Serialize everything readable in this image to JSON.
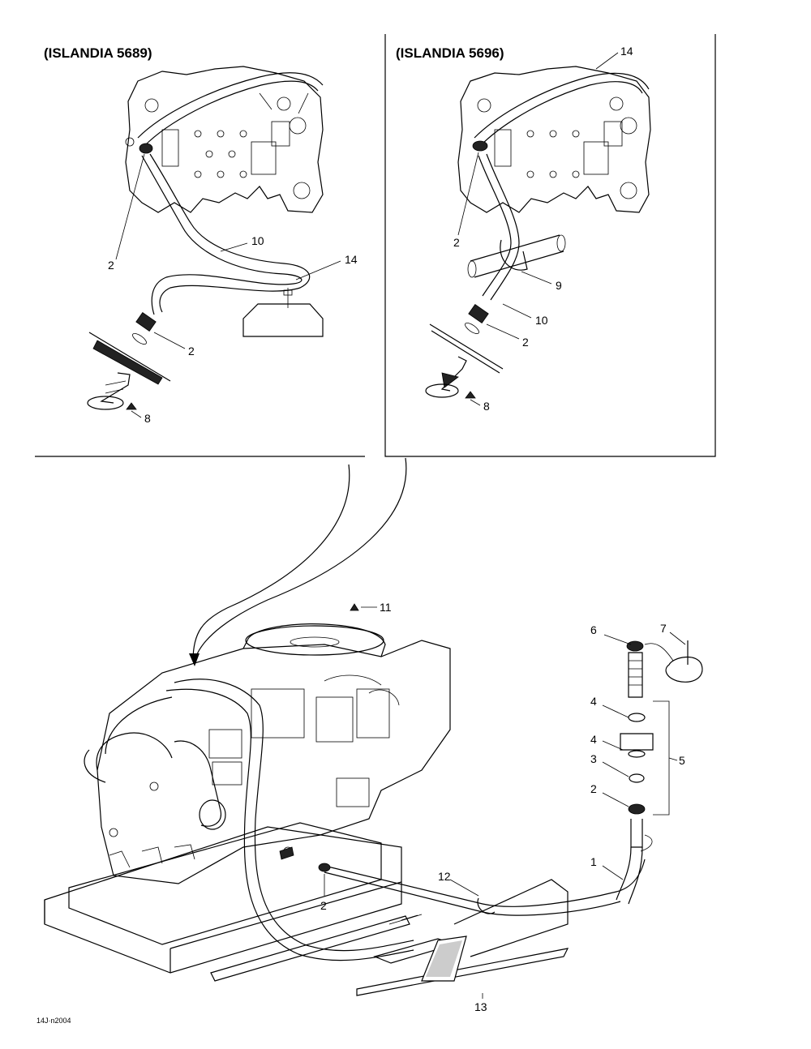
{
  "panels": {
    "left_title": "(ISLANDIA 5689)",
    "right_title": "(ISLANDIA 5696)"
  },
  "callouts": {
    "left": {
      "c2a": "2",
      "c10": "10",
      "c14": "14",
      "c2b": "2",
      "c8": "8"
    },
    "right": {
      "c14": "14",
      "c2a": "2",
      "c9": "9",
      "c10": "10",
      "c2b": "2",
      "c8": "8"
    },
    "main": {
      "c11": "11",
      "c6": "6",
      "c7": "7",
      "c4a": "4",
      "c4b": "4",
      "c3": "3",
      "c5": "5",
      "c2a": "2",
      "c1": "1",
      "c12": "12",
      "c2b": "2",
      "c13": "13"
    }
  },
  "figure_code": "14J·n2004"
}
